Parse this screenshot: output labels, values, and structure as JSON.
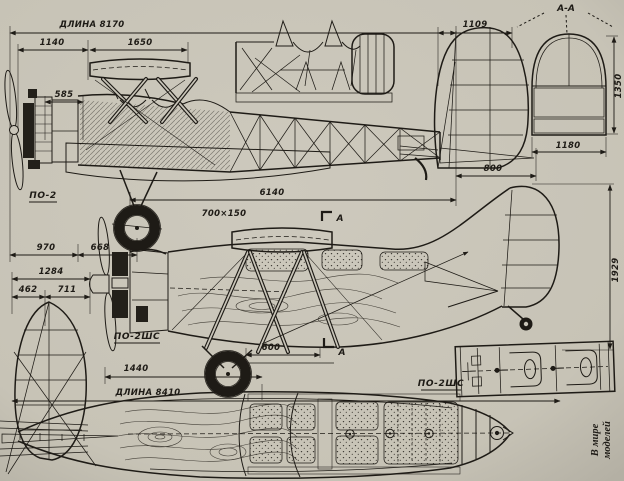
{
  "drawing": {
    "colors": {
      "paper": "#c9c5b9",
      "ink": "#1e1b16"
    },
    "labels": {
      "po2": "ПО-2",
      "po2shs_side": "ПО-2ШС",
      "po2shs_top": "ПО-2ШС",
      "section_aa": "А-А",
      "section_a_top": "А",
      "section_a_bottom": "А",
      "magazine_line1": "В мире",
      "magazine_line2": "моделей"
    },
    "dimensions": {
      "length_po2": "ДЛИНА 8170",
      "w1140": "1140",
      "w1650": "1650",
      "w585": "585",
      "w970": "970",
      "w668": "668",
      "tire_size": "700×150",
      "w6140": "6140",
      "w1109": "1109",
      "w800": "800",
      "h1350": "1350",
      "w1180": "1180",
      "w1284": "1284",
      "w462": "462",
      "w711": "711",
      "w1440": "1440",
      "length_po2shs": "ДЛИНА 8410",
      "w600": "600",
      "h1929": "1929"
    }
  }
}
